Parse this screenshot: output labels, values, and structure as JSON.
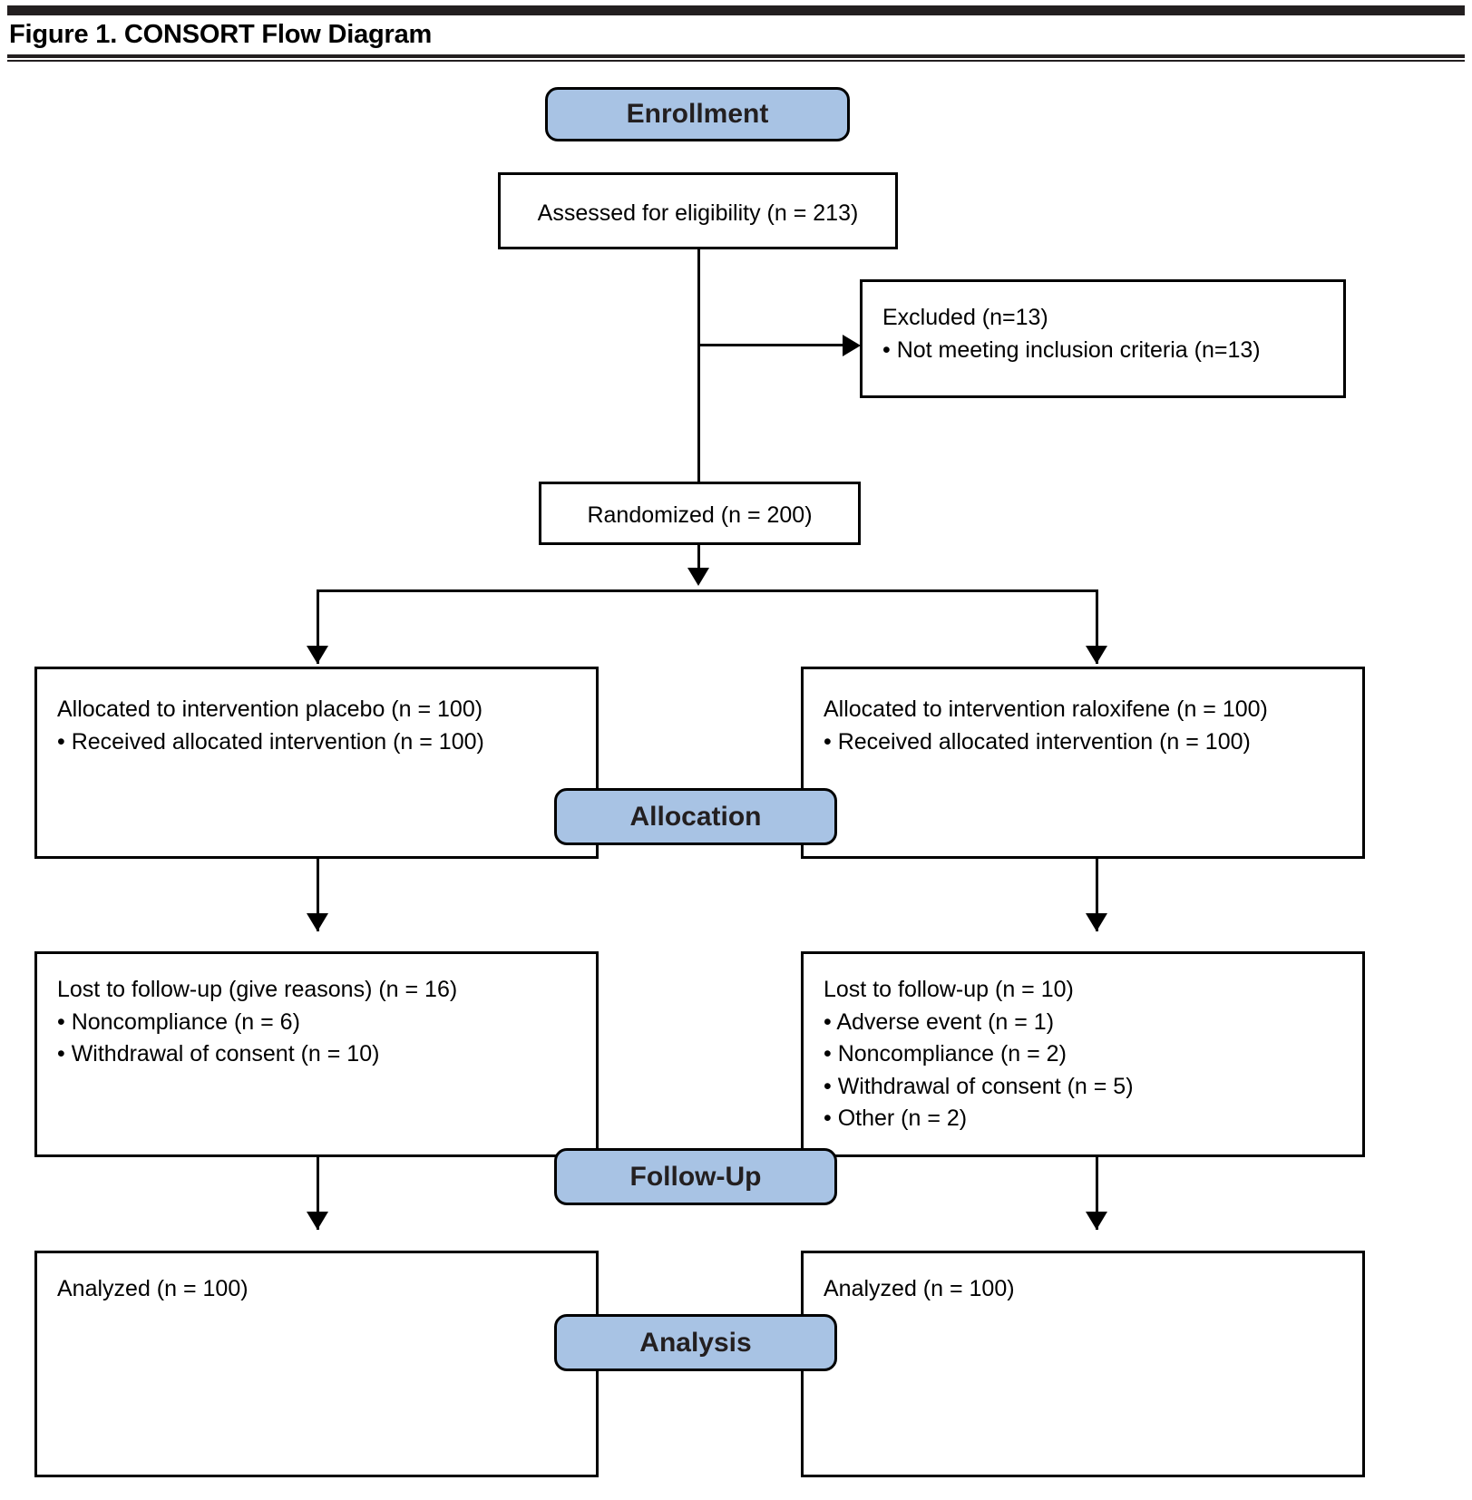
{
  "figure": {
    "title": "Figure 1. CONSORT Flow Diagram"
  },
  "banners": {
    "enrollment": "Enrollment",
    "allocation": "Allocation",
    "followup": "Follow-Up",
    "analysis": "Analysis"
  },
  "colors": {
    "banner_fill": "#a8c3e4",
    "stroke": "#000000",
    "rule": "#231f20",
    "background": "#ffffff"
  },
  "nodes": {
    "assessed": {
      "lines": [
        "Assessed for eligibility (n = 213)"
      ]
    },
    "excluded": {
      "lines": [
        "Excluded (n=13)",
        "• Not meeting inclusion criteria (n=13)"
      ]
    },
    "randomized": {
      "lines": [
        "Randomized (n = 200)"
      ]
    },
    "allocated_left": {
      "lines": [
        "Allocated to intervention placebo (n = 100)",
        "• Received allocated intervention (n = 100)"
      ]
    },
    "allocated_right": {
      "lines": [
        "Allocated to intervention raloxifene (n = 100)",
        "• Received allocated intervention (n = 100)"
      ]
    },
    "followup_left": {
      "lines": [
        "Lost to follow-up (give reasons) (n = 16)",
        "• Noncompliance (n = 6)",
        "• Withdrawal of consent (n = 10)"
      ]
    },
    "followup_right": {
      "lines": [
        "Lost to follow-up (n = 10)",
        "• Adverse event (n = 1)",
        "• Noncompliance (n = 2)",
        "• Withdrawal of consent (n = 5)",
        "• Other (n = 2)"
      ]
    },
    "analyzed_left": {
      "lines": [
        "Analyzed (n = 100)"
      ]
    },
    "analyzed_right": {
      "lines": [
        "Analyzed (n = 100)"
      ]
    }
  },
  "chart_data": {
    "type": "diagram",
    "title": "Figure 1. CONSORT Flow Diagram",
    "stages": [
      "Enrollment",
      "Allocation",
      "Follow-Up",
      "Analysis"
    ],
    "counts": {
      "assessed_for_eligibility": 213,
      "excluded_total": 13,
      "excluded_not_meeting_inclusion_criteria": 13,
      "randomized": 200,
      "allocated_placebo": 100,
      "received_placebo": 100,
      "allocated_raloxifene": 100,
      "received_raloxifene": 100,
      "lost_followup_placebo": 16,
      "lost_followup_placebo_noncompliance": 6,
      "lost_followup_placebo_withdrawal": 10,
      "lost_followup_raloxifene": 10,
      "lost_followup_raloxifene_adverse_event": 1,
      "lost_followup_raloxifene_noncompliance": 2,
      "lost_followup_raloxifene_withdrawal": 5,
      "lost_followup_raloxifene_other": 2,
      "analyzed_placebo": 100,
      "analyzed_raloxifene": 100
    },
    "arms": [
      "placebo",
      "raloxifene"
    ]
  }
}
